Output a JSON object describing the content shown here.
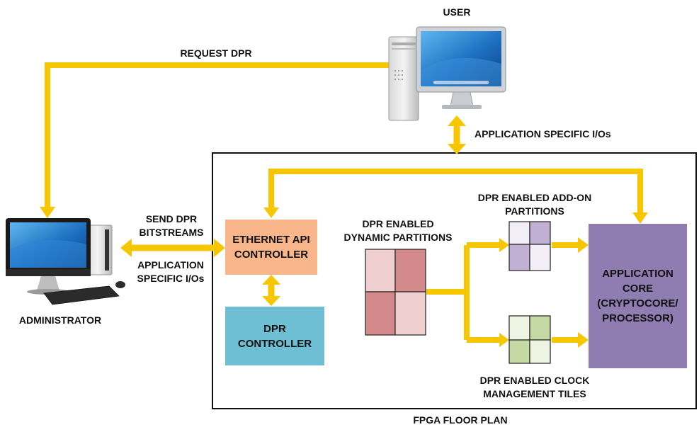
{
  "labels": {
    "user": "USER",
    "request_dpr": "REQUEST DPR",
    "app_specific_io_top": "APPLICATION SPECIFIC I/Os",
    "send_dpr_bitstreams": "SEND DPR\nBITSTREAMS",
    "app_specific_io_left": "APPLICATION\nSPECIFIC I/Os",
    "administrator": "ADMINISTRATOR",
    "dynamic_partitions": "DPR ENABLED\nDYNAMIC PARTITIONS",
    "addon_partitions": "DPR ENABLED ADD-ON\nPARTITIONS",
    "clock_tiles": "DPR ENABLED CLOCK\nMANAGEMENT TILES",
    "fpga_floor_plan": "FPGA FLOOR PLAN"
  },
  "blocks": {
    "ethernet": "ETHERNET API\nCONTROLLER",
    "dpr_controller": "DPR\nCONTROLLER",
    "application_core": "APPLICATION\nCORE\n(CRYPTOCORE/\nPROCESSOR)"
  },
  "colors": {
    "arrow": "#f6c600",
    "ethernet": "#f9b68a",
    "dpr_controller": "#6fbfd4",
    "application_core": "#8f7cb0",
    "dynamic_dark": "#d48a8a",
    "dynamic_light": "#efcfcf",
    "addon_dark": "#c0b0d4",
    "addon_light": "#f2eef7",
    "clock_dark": "#c5d9a4",
    "clock_light": "#eef4e2",
    "fpga_border": "#111111"
  },
  "icons": {
    "user": "desktop-computer-icon",
    "administrator": "all-in-one-computer-icon"
  }
}
